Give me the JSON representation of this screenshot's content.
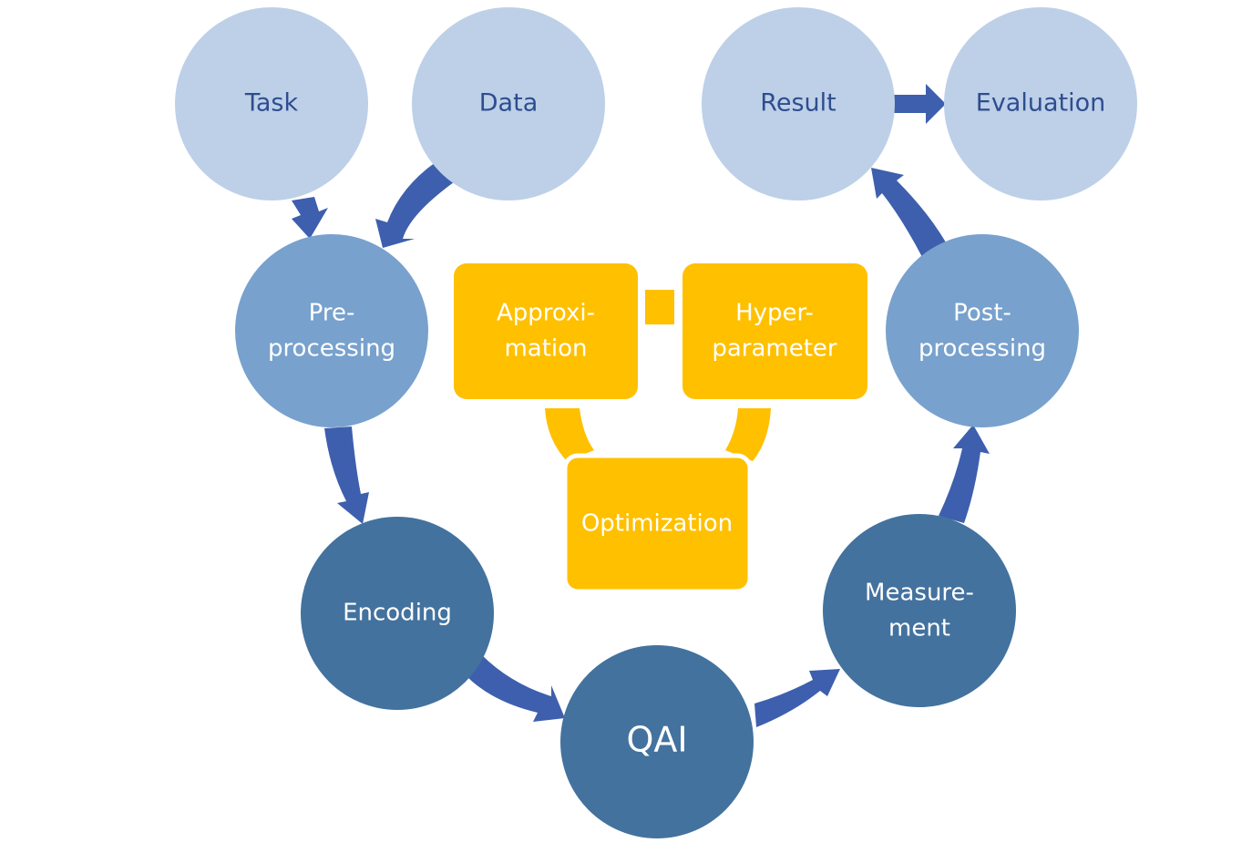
{
  "colors": {
    "light_node": "#bdd0e8",
    "mid_node": "#78a1cd",
    "dark_node": "#43729e",
    "arrow": "#3e5fae",
    "box": "#ffc000",
    "connector": "#ffc000",
    "light_text": "#2e4d8f",
    "white_text": "#ffffff"
  },
  "nodes": {
    "task": {
      "label": [
        "Task"
      ]
    },
    "data": {
      "label": [
        "Data"
      ]
    },
    "result": {
      "label": [
        "Result"
      ]
    },
    "evaluation": {
      "label": [
        "Evaluation"
      ]
    },
    "preprocessing": {
      "label": [
        "Pre-",
        "processing"
      ]
    },
    "postprocessing": {
      "label": [
        "Post-",
        "processing"
      ]
    },
    "encoding": {
      "label": [
        "Encoding"
      ]
    },
    "measurement": {
      "label": [
        "Measure-",
        "ment"
      ]
    },
    "qai": {
      "label": [
        "QAI"
      ]
    }
  },
  "boxes": {
    "approximation": {
      "label": [
        "Approxi-",
        "mation"
      ]
    },
    "hyperparameter": {
      "label": [
        "Hyper-",
        "parameter"
      ]
    },
    "optimization": {
      "label": [
        "Optimization"
      ]
    }
  }
}
